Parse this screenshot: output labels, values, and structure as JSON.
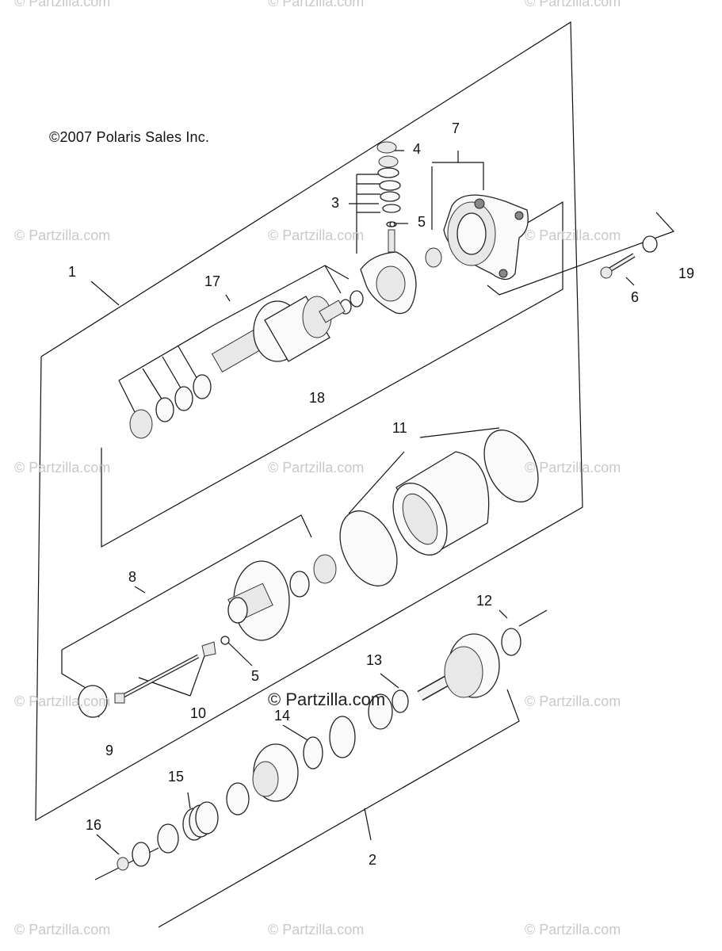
{
  "copyright": "©2007 Polaris Sales Inc.",
  "watermark": "© Partzilla.com",
  "callouts": {
    "c1": "1",
    "c2": "2",
    "c3": "3",
    "c4": "4",
    "c5a": "5",
    "c5b": "5",
    "c6": "6",
    "c7": "7",
    "c8": "8",
    "c9": "9",
    "c10": "10",
    "c11": "11",
    "c12": "12",
    "c13": "13",
    "c14": "14",
    "c15": "15",
    "c16": "16",
    "c17": "17",
    "c18": "18",
    "c19": "19"
  }
}
